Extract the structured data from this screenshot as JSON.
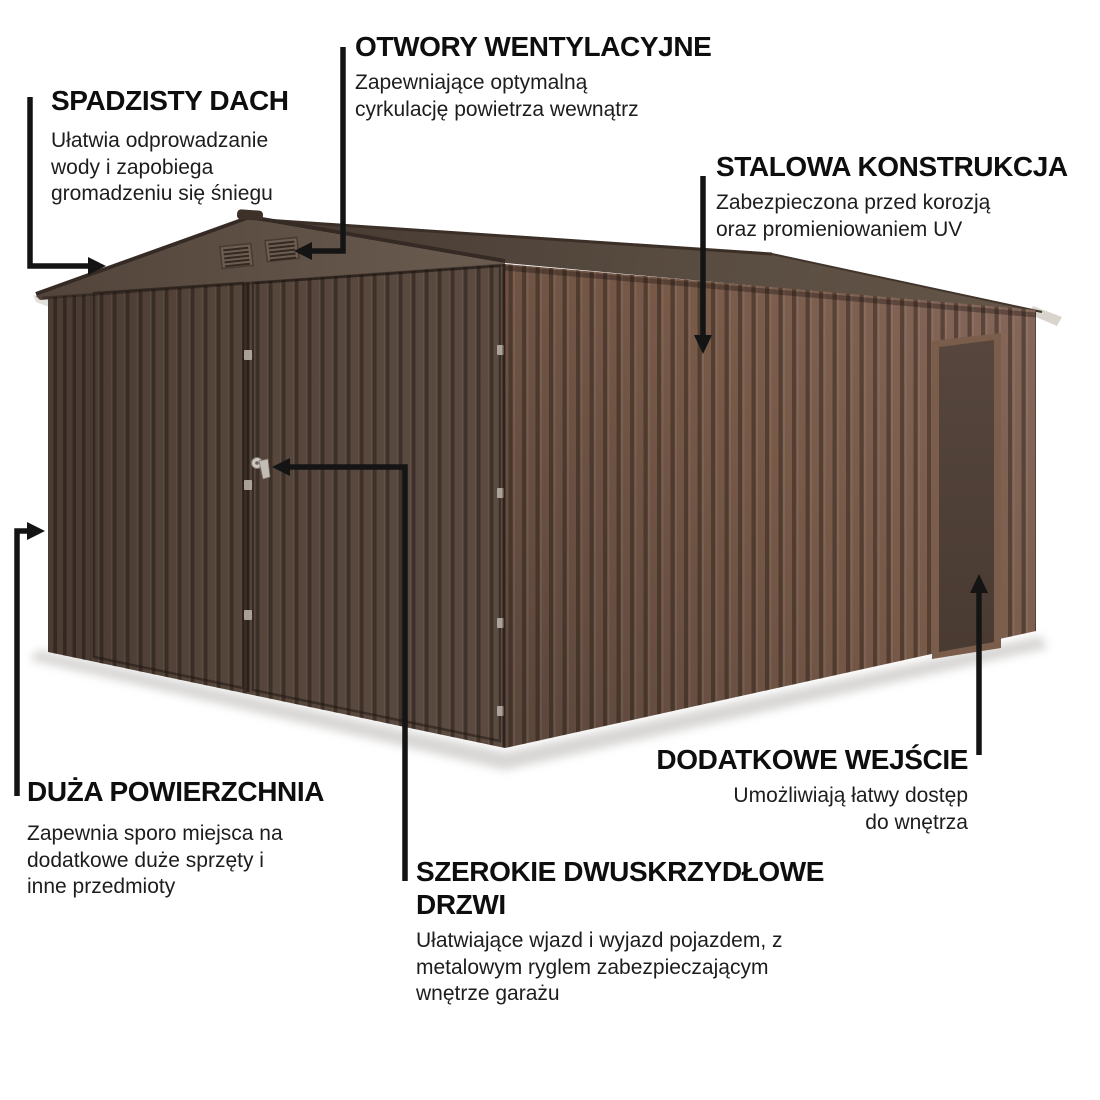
{
  "page": {
    "background": "#ffffff"
  },
  "colors": {
    "text": "#0e0e0e",
    "pointer_line": "#141414",
    "roof": "#4c3e35",
    "gable": "#5e5045",
    "front_doors": "#51423a",
    "side_wall": "#77594a",
    "side_door": "#4e3f37",
    "ground_shadow": "#d0cfcd"
  },
  "annotations": {
    "roof": {
      "heading": "SPADZISTY DACH",
      "lines": [
        "Ułatwia odprowadzanie",
        "wody i zapobiega",
        "gromadzeniu się śniegu"
      ]
    },
    "vents": {
      "heading": "OTWORY WENTYLACYJNE",
      "lines": [
        "Zapewniające optymalną",
        "cyrkulację powietrza wewnątrz"
      ]
    },
    "steel": {
      "heading": "STALOWA KONSTRUKCJA",
      "lines": [
        "Zabezpieczona przed korozją",
        "oraz promieniowaniem UV"
      ]
    },
    "area": {
      "heading": "DUŻA POWIERZCHNIA",
      "lines": [
        "Zapewnia sporo miejsca na",
        "dodatkowe duże sprzęty i",
        "inne przedmioty"
      ]
    },
    "doors": {
      "heading_lines": [
        "SZEROKIE DWUSKRZYDŁOWE",
        "DRZWI"
      ],
      "lines": [
        "Ułatwiające wjazd i wyjazd pojazdem, z",
        "metalowym ryglem zabezpieczającym",
        "wnętrze garażu"
      ]
    },
    "entry": {
      "heading": "DODATKOWE WEJŚCIE",
      "lines": [
        "Umożliwiają łatwy dostęp",
        "do wnętrza"
      ]
    }
  }
}
